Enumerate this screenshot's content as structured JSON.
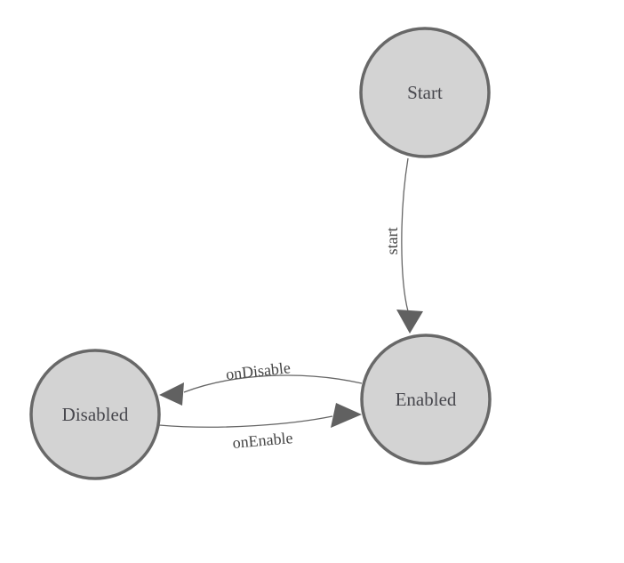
{
  "diagram": {
    "type": "state-machine",
    "background_color": "#ffffff",
    "node_fill_color": "#d3d3d3",
    "node_border_color": "#686868",
    "edge_color": "#666666",
    "text_color": "#47474d",
    "nodes": [
      {
        "id": "start",
        "label": "Start"
      },
      {
        "id": "enabled",
        "label": "Enabled"
      },
      {
        "id": "disabled",
        "label": "Disabled"
      }
    ],
    "edges": [
      {
        "from": "start",
        "to": "enabled",
        "label": "start"
      },
      {
        "from": "enabled",
        "to": "disabled",
        "label": "onDisable"
      },
      {
        "from": "disabled",
        "to": "enabled",
        "label": "onEnable"
      }
    ]
  }
}
